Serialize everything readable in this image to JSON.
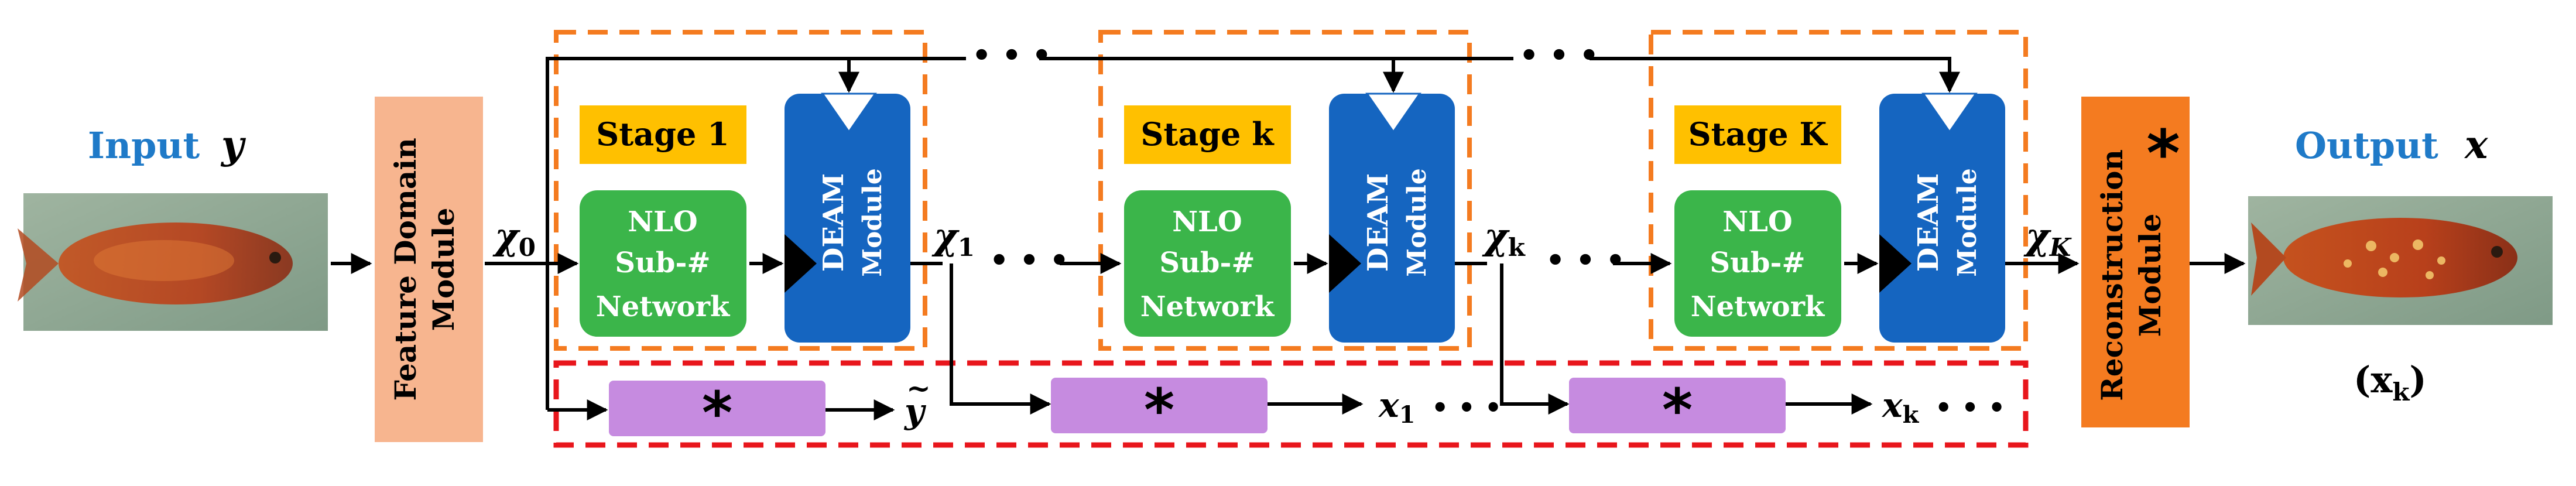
{
  "input": {
    "label": "Input",
    "symbol": "y"
  },
  "output": {
    "label": "Output",
    "symbol": "x",
    "caption": "(x",
    "caption_sub": "k",
    "caption_close": ")"
  },
  "feature_module": {
    "label": "Feature Domain Module",
    "line1": "Feature Domain",
    "line2": "Module"
  },
  "reconstruction_module": {
    "line1": "Reconstruction",
    "line2": "Module",
    "mark": "*"
  },
  "stages": [
    {
      "label": "Stage 1",
      "nlo": [
        "NLO",
        "Sub-#",
        "Network"
      ],
      "deam": [
        "DEAM",
        "Module"
      ],
      "out_symbol": "χ",
      "out_sub": "1"
    },
    {
      "label": "Stage k",
      "nlo": [
        "NLO",
        "Sub-#",
        "Network"
      ],
      "deam": [
        "DEAM",
        "Module"
      ],
      "out_symbol": "χ",
      "out_sub": "k"
    },
    {
      "label": "Stage K",
      "nlo": [
        "NLO",
        "Sub-#",
        "Network"
      ],
      "deam": [
        "DEAM",
        "Module"
      ],
      "out_symbol": "χ",
      "out_sub": "K"
    }
  ],
  "chi0": {
    "symbol": "χ",
    "sub": "0"
  },
  "bottom_branch": {
    "blocks": [
      "*",
      "*",
      "*"
    ],
    "outputs": [
      {
        "symbol": "y",
        "tilde": "~",
        "sub": ""
      },
      {
        "symbol": "x",
        "sub": "1"
      },
      {
        "symbol": "x",
        "sub": "k"
      }
    ]
  },
  "dots": "• • •",
  "colors": {
    "blue_text": "#1f7ac8",
    "stage_label_fill": "#ffc000",
    "nlo_fill": "#3bb54a",
    "deam_fill": "#1565c0",
    "purple_fill": "#c68be0",
    "feature_fill": "#f7b58f",
    "recon_fill": "#f47b20",
    "orange_dash": "#f47b20",
    "red_dash": "#e8161c"
  }
}
